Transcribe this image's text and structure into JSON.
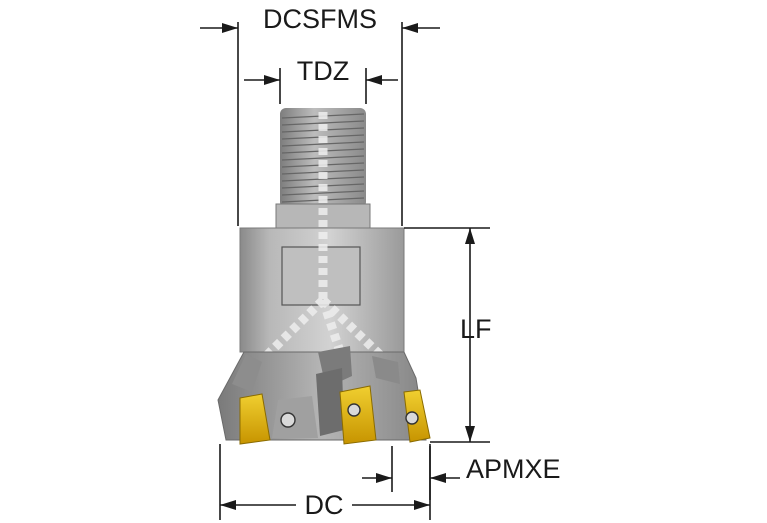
{
  "dimensions": {
    "dcsfms": "DCSFMS",
    "tdz": "TDZ",
    "lf": "LF",
    "apmxe": "APMXE",
    "dc": "DC"
  },
  "colors": {
    "steel_light": "#c9c9c9",
    "steel_mid": "#a8a8a8",
    "steel_dark": "#6f6f6f",
    "insert_gold": "#e2b400",
    "line": "#1a1a1a"
  },
  "icons": {
    "tool": "milling-cutter-icon",
    "insert": "insert-icon",
    "screw": "screw-icon"
  }
}
